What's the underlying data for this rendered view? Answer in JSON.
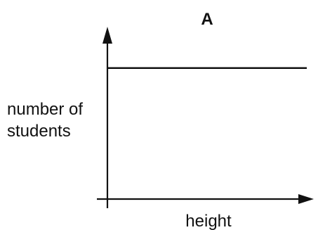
{
  "chart_data": {
    "type": "line",
    "title": "A",
    "xlabel": "height",
    "ylabel": [
      "number of",
      "students"
    ],
    "x": [
      0,
      1
    ],
    "series": [
      {
        "values": [
          0.76,
          0.76
        ]
      }
    ],
    "xlim": [
      0,
      1
    ],
    "ylim": [
      0,
      1
    ],
    "grid": false,
    "axes_arrows": true,
    "line_color": "#111111"
  }
}
